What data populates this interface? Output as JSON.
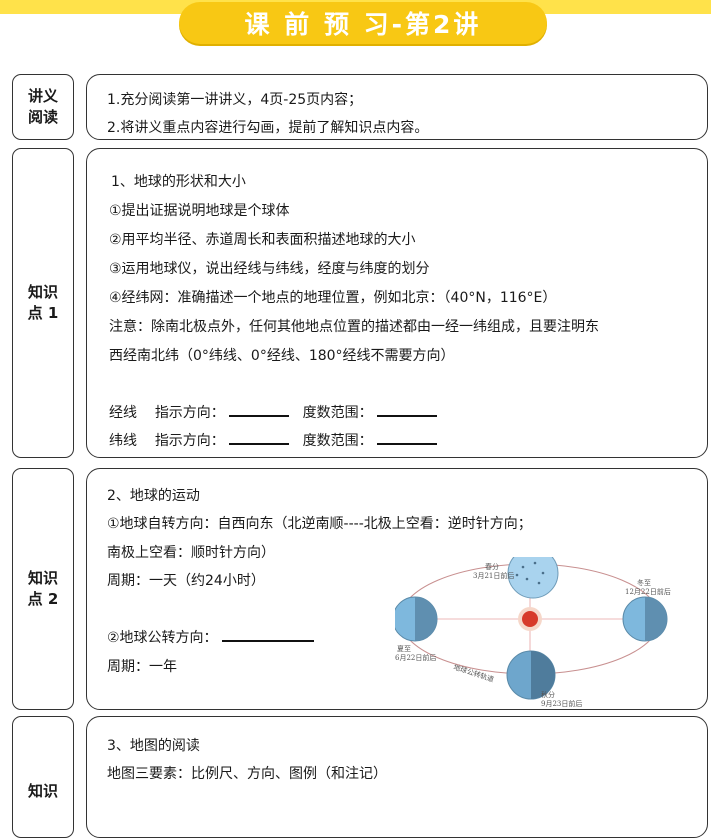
{
  "header": {
    "title": "课 前 预 习-第2讲"
  },
  "section1": {
    "side_label": "讲义\n阅读",
    "lines": [
      "1.充分阅读第一讲讲义，4页-25页内容；",
      "2.将讲义重点内容进行勾画，提前了解知识点内容。"
    ]
  },
  "section2": {
    "side_label": "知识\n点 1",
    "heading": "1、地球的形状和大小",
    "items": [
      "①提出证据说明地球是个球体",
      "②用平均半径、赤道周长和表面积描述地球的大小",
      "③运用地球仪，说出经线与纬线，经度与纬度的划分",
      "④经纬网：准确描述一个地点的地理位置，例如北京：（40°N，116°E）"
    ],
    "note_line1": "注意：除南北极点外，任何其他地点位置的描述都由一经一纬组成，且要注明东",
    "note_line2": "西经南北纬（0°纬线、0°经线、180°经线不需要方向）",
    "rows": [
      {
        "name": "经线",
        "dir_label": "指示方向：",
        "range_label": "度数范围："
      },
      {
        "name": "纬线",
        "dir_label": "指示方向：",
        "range_label": "度数范围："
      }
    ]
  },
  "section3": {
    "side_label": "知识\n点 2",
    "heading": "2、地球的运动",
    "rotation_line1": "①地球自转方向：自西向东（北逆南顺----北极上空看：逆时针方向；",
    "rotation_line2": "南极上空看：顺时针方向）",
    "rotation_period": "周期：一天（约24小时）",
    "revolution_label": "②地球公转方向：",
    "revolution_period": "周期：一年",
    "diagram": {
      "spring": [
        "春分",
        "3月21日前后"
      ],
      "summer": [
        "夏至",
        "6月22日前后"
      ],
      "autumn": [
        "秋分",
        "9月23日前后"
      ],
      "winter": [
        "冬至",
        "12月22日前后"
      ],
      "orbit_note": "地球公转轨道"
    }
  },
  "section4": {
    "side_label": "知识",
    "heading": "3、地图的阅读",
    "line1": "地图三要素：比例尺、方向、图例（和注记）"
  }
}
